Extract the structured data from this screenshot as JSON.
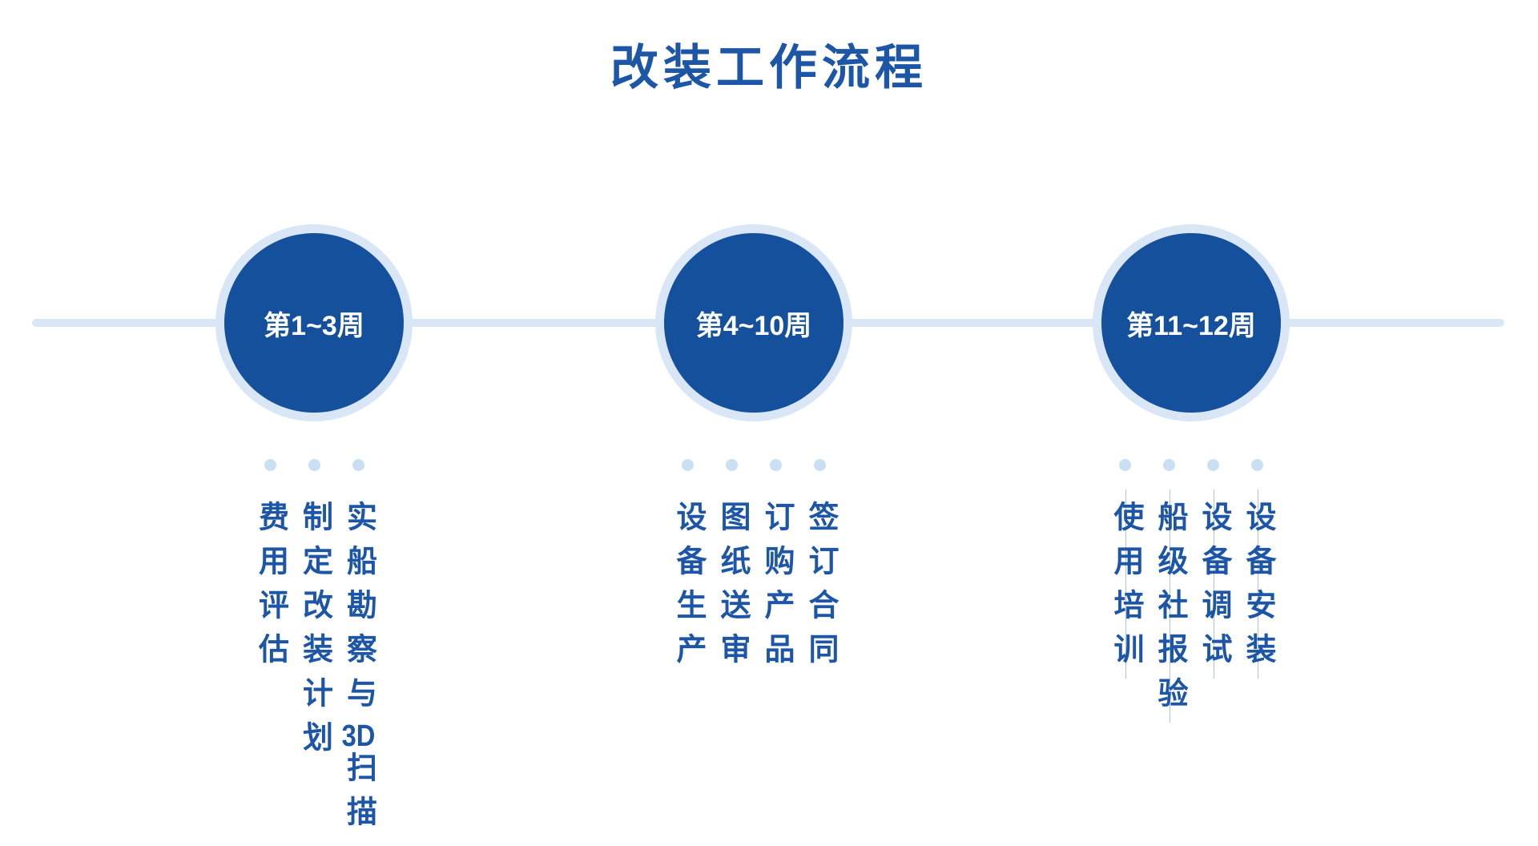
{
  "title": "改装工作流程",
  "colors": {
    "accent_dark_blue": "#14509B",
    "text_blue": "#1D56A7",
    "light_blue": "#D8E6F5",
    "dot_blue": "#C9DFF3",
    "leader_line": "#AFC4E2"
  },
  "milestones": [
    {
      "label": "第1~3周",
      "tasks": [
        {
          "pre": "费用评估",
          "tcy": "",
          "post": ""
        },
        {
          "pre": "制定改装计划",
          "tcy": "",
          "post": ""
        },
        {
          "pre": "实船勘察与",
          "tcy": "3D",
          "post": "扫描"
        }
      ]
    },
    {
      "label": "第4~10周",
      "tasks": [
        {
          "pre": "设备生产",
          "tcy": "",
          "post": ""
        },
        {
          "pre": "图纸送审",
          "tcy": "",
          "post": ""
        },
        {
          "pre": "订购产品",
          "tcy": "",
          "post": ""
        },
        {
          "pre": "签订合同",
          "tcy": "",
          "post": ""
        }
      ]
    },
    {
      "label": "第11~12周",
      "tasks": [
        {
          "pre": "使用培训",
          "tcy": "",
          "post": ""
        },
        {
          "pre": "船级社报验",
          "tcy": "",
          "post": ""
        },
        {
          "pre": "设备调试",
          "tcy": "",
          "post": ""
        },
        {
          "pre": "设备安装",
          "tcy": "",
          "post": ""
        }
      ]
    }
  ]
}
